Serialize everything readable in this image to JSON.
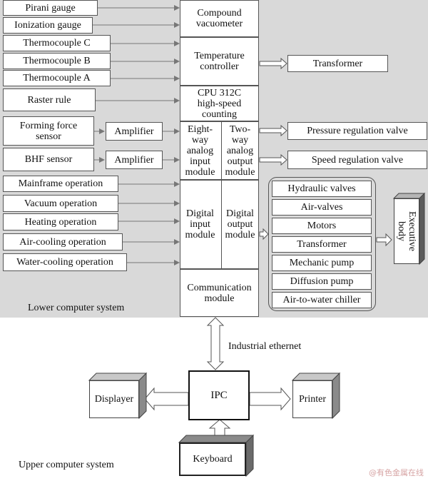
{
  "inputs": {
    "pirani": "Pirani gauge",
    "ionization": "Ionization gauge",
    "thermocouple_c": "Thermocouple C",
    "thermocouple_b": "Thermocouple B",
    "thermocouple_a": "Thermocouple A",
    "raster": "Raster rule",
    "forming": "Forming force\nsensor",
    "bhf": "BHF sensor",
    "mainframe": "Mainframe operation",
    "vacuum": "Vacuum operation",
    "heating": "Heating operation",
    "aircooling": "Air-cooling operation",
    "watercooling": "Water-cooling operation"
  },
  "amplifiers": {
    "amp1": "Amplifier",
    "amp2": "Amplifier"
  },
  "controller": {
    "compound": "Compound\nvacuometer",
    "temperature": "Temperature\ncontroller",
    "cpu": "CPU 312C\nhigh-speed\ncounting",
    "analog_in": "Eight-\nway\nanalog\ninput\nmodule",
    "analog_out": "Two-\nway\nanalog\noutput\nmodule",
    "digital_in": "Digital\ninput\nmodule",
    "digital_out": "Digital\noutput\nmodule",
    "comm": "Communication\nmodule"
  },
  "outputs": {
    "transformer": "Transformer",
    "pressure_valve": "Pressure regulation valve",
    "speed_valve": "Speed regulation valve"
  },
  "actuators": [
    "Hydraulic valves",
    "Air-valves",
    "Motors",
    "Transformer",
    "Mechanic pump",
    "Diffusion pump",
    "Air-to-water chiller"
  ],
  "executive": "Executive\nbody",
  "lower_label": "Lower computer system",
  "upper_label": "Upper computer system",
  "ethernet_label": "Industrial ethernet",
  "upper": {
    "ipc": "IPC",
    "displayer": "Displayer",
    "printer": "Printer",
    "keyboard": "Keyboard"
  },
  "watermark": "@有色金属在线"
}
